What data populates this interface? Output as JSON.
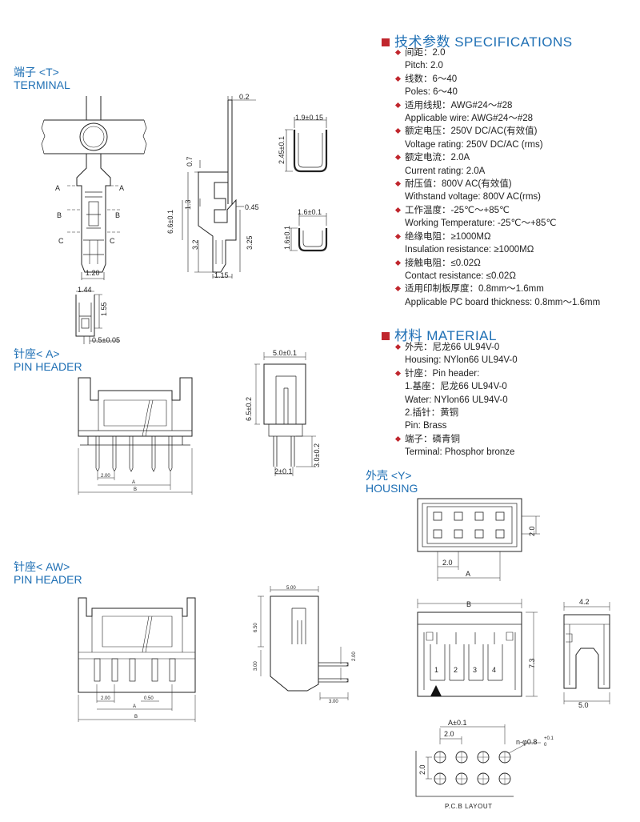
{
  "sections": {
    "terminal": {
      "cn": "端子 <T>",
      "en": "TERMINAL"
    },
    "pin_header_a": {
      "cn": "针座< A>",
      "en": "PIN HEADER"
    },
    "pin_header_aw": {
      "cn": "针座< AW>",
      "en": "PIN HEADER"
    },
    "housing": {
      "cn": "外壳 <Y>",
      "en": "HOUSING"
    }
  },
  "specifications": {
    "heading": "技术参数 SPECIFICATIONS",
    "rows": [
      {
        "text": "间距：2.0",
        "bullet": true
      },
      {
        "text": "Pitch:  2.0",
        "bullet": false
      },
      {
        "text": "线数：6～40",
        "bullet": true
      },
      {
        "text": "Poles: 6～40",
        "bullet": false
      },
      {
        "text": "适用线规：AWG#24～#28",
        "bullet": true
      },
      {
        "text": "Applicable wire: AWG#24～#28",
        "bullet": false
      },
      {
        "text": "额定电压：250V DC/AC(有效值)",
        "bullet": true
      },
      {
        "text": "Voltage rating: 250V DC/AC (rms)",
        "bullet": false
      },
      {
        "text": "额定电流：2.0A",
        "bullet": true
      },
      {
        "text": "Current rating: 2.0A",
        "bullet": false
      },
      {
        "text": "耐压值：800V AC(有效值)",
        "bullet": true
      },
      {
        "text": "Withstand voltage: 800V AC(rms)",
        "bullet": false
      },
      {
        "text": "工作温度：-25℃～+85℃",
        "bullet": true
      },
      {
        "text": "Working Temperature: -25℃～+85℃",
        "bullet": false
      },
      {
        "text": "绝缘电阻：≥1000MΩ",
        "bullet": true
      },
      {
        "text": "Insulation resistance: ≥1000MΩ",
        "bullet": false
      },
      {
        "text": "接触电阻：≤0.02Ω",
        "bullet": true
      },
      {
        "text": "Contact resistance: ≤0.02Ω",
        "bullet": false
      },
      {
        "text": "适用印制板厚度：0.8mm～1.6mm",
        "bullet": true
      },
      {
        "text": "Applicable PC board thickness: 0.8mm～1.6mm",
        "bullet": false
      }
    ]
  },
  "material": {
    "heading": "材料 MATERIAL",
    "rows": [
      {
        "text": "外壳：尼龙66    UL94V-0",
        "bullet": true
      },
      {
        "text": "Housing:  NYlon66   UL94V-0",
        "bullet": false
      },
      {
        "text": "针座：Pin header:",
        "bullet": true
      },
      {
        "text": "1.基座：尼龙66    UL94V-0",
        "bullet": false
      },
      {
        "text": "Water:  NYlon66   UL94V-0",
        "bullet": false
      },
      {
        "text": "2.插针：黄铜",
        "bullet": false
      },
      {
        "text": "Pin:  Brass",
        "bullet": false
      },
      {
        "text": "端子：磷青铜",
        "bullet": true
      },
      {
        "text": "Terminal:  Phosphor bronze",
        "bullet": false
      }
    ]
  },
  "drawings": {
    "terminal": {
      "top_view_width": "1.20",
      "section_a": "A",
      "section_b": "B",
      "section_c": "C",
      "end_width": "1.44",
      "end_height": "1.55",
      "end_bottom": "0.5±0.05",
      "side_thick": "0.2",
      "side_07": "0.7",
      "side_13": "1.3",
      "side_045": "0.45",
      "side_height": "6.6±0.1",
      "side_32": "3.2",
      "side_325": "3.25",
      "side_115": "1.15",
      "crimp1_w": "1.9±0.15",
      "crimp1_h": "2.45±0.1",
      "crimp2_w": "1.6±0.1",
      "crimp2_h": "1.6±0.1"
    },
    "pin_header_a": {
      "pitch": "2.00",
      "dim_a": "A",
      "dim_b": "B",
      "side_w": "5.0±0.1",
      "side_h": "6.5±0.2",
      "pin_len": "3.0±0.2",
      "pin_pitch": "2±0.1"
    },
    "pin_header_aw": {
      "pitch": "2.00",
      "pin_w": "0.50",
      "dim_a": "A",
      "dim_b": "B",
      "side_w": "5.00",
      "side_h": "6.50",
      "side_300": "3.00",
      "side_200": "2.00",
      "side_bot": "3.00"
    },
    "housing": {
      "top_h": "2.0",
      "top_pitch": "2.0",
      "top_a": "A",
      "front_b": "B",
      "front_h": "7.3",
      "nums": [
        "1",
        "2",
        "3",
        "4"
      ],
      "side_w": "4.2",
      "side_bot": "5.0"
    },
    "pcb": {
      "dim_a": "A±0.1",
      "pitch_x": "2.0",
      "pitch_y": "2.0",
      "hole": "n-φ0.8",
      "tol_plus": "+0.1",
      "tol_zero": "0",
      "label": "P.C.B LAYOUT"
    }
  }
}
